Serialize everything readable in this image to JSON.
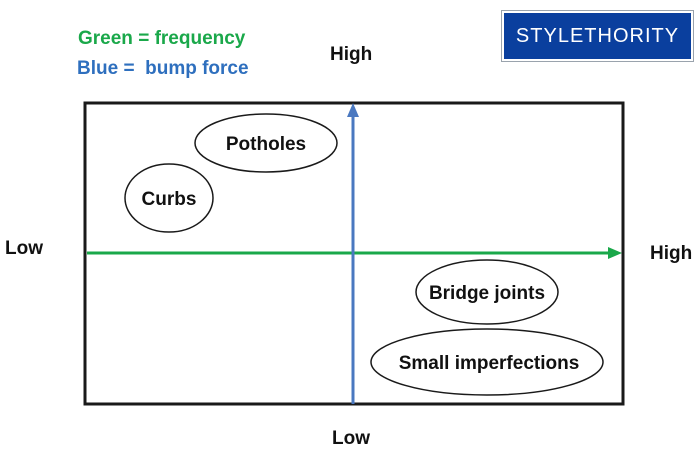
{
  "legend": {
    "frequency": {
      "text": "Green = frequency",
      "color": "#1aa84a"
    },
    "bump_force": {
      "text": "Blue =  bump force",
      "color": "#2e6fbe"
    }
  },
  "brand": {
    "text": "STYLETHORITY",
    "background": "#0a3f9e"
  },
  "axes": {
    "vertical": {
      "top_label": "High",
      "bottom_label": "Low",
      "meaning": "bump force",
      "color": "#4a78c0"
    },
    "horizontal": {
      "left_label": "Low",
      "right_label": "High",
      "meaning": "frequency",
      "color": "#1aa84a"
    }
  },
  "items": [
    {
      "label": "Potholes",
      "frequency": "low",
      "bump_force": "high"
    },
    {
      "label": "Curbs",
      "frequency": "low",
      "bump_force": "high"
    },
    {
      "label": "Bridge joints",
      "frequency": "high",
      "bump_force": "low"
    },
    {
      "label": "Small imperfections",
      "frequency": "high",
      "bump_force": "low"
    }
  ]
}
